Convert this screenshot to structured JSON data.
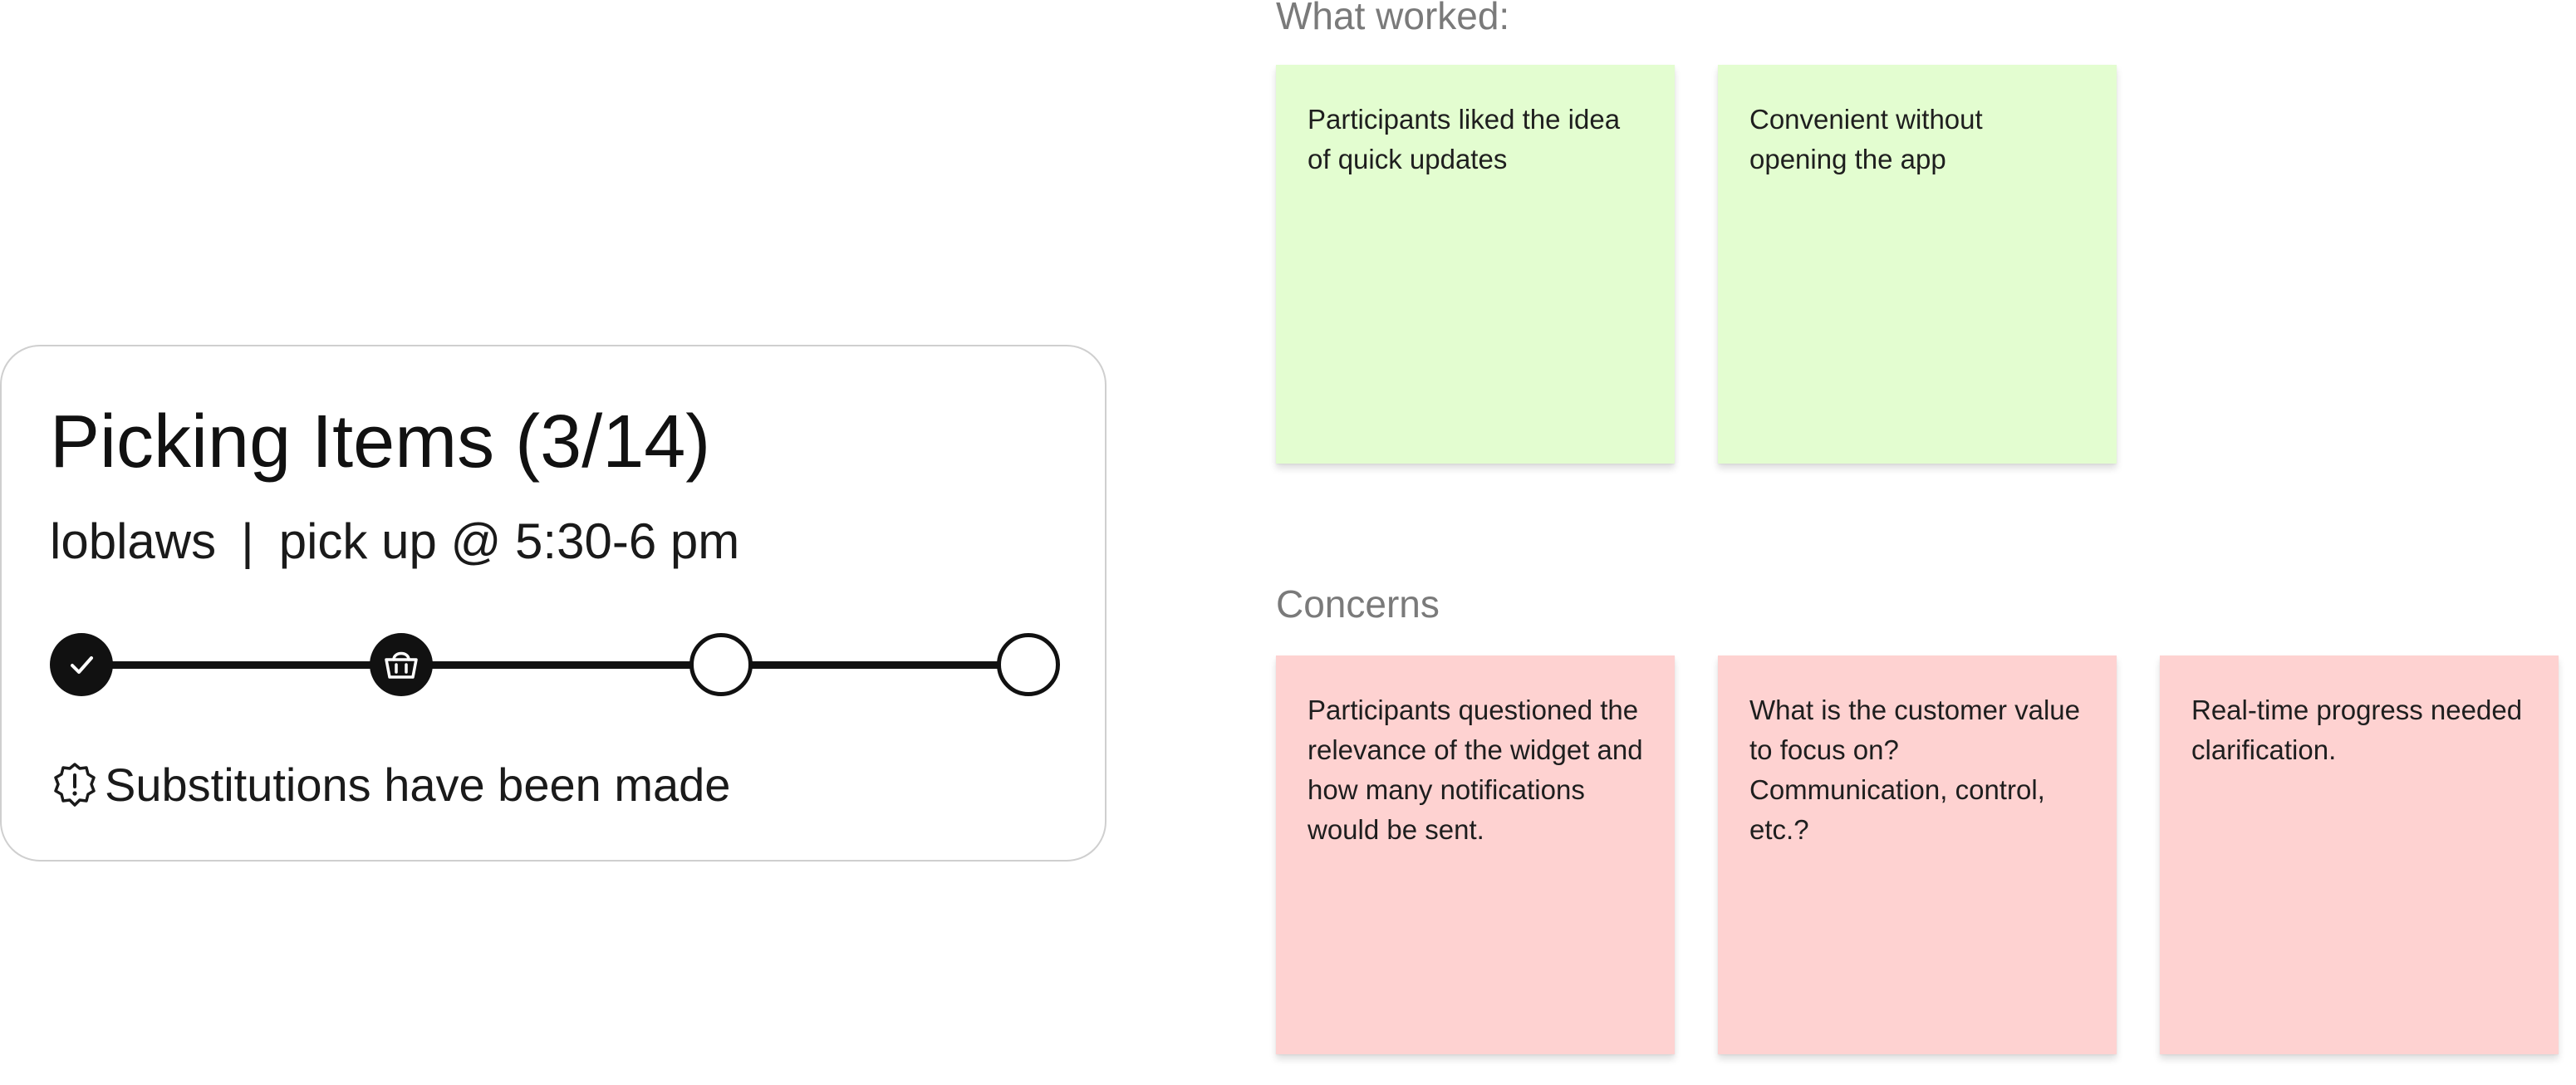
{
  "widget": {
    "title": "Picking Items (3/14)",
    "store": "loblaws",
    "separator": "|",
    "pickup": "pick up @ 5:30-6 pm",
    "steps": [
      {
        "state": "complete",
        "icon": "checkmark-icon"
      },
      {
        "state": "current",
        "icon": "shopping-basket-icon"
      },
      {
        "state": "pending",
        "icon": ""
      },
      {
        "state": "pending",
        "icon": ""
      }
    ],
    "notice": {
      "icon": "alert-badge-icon",
      "text": "Substitutions have been made"
    }
  },
  "sections": {
    "worked": {
      "title": "What worked:",
      "notes": [
        "Participants liked the idea of quick updates",
        "Convenient without opening the app"
      ]
    },
    "concerns": {
      "title": "Concerns",
      "notes": [
        "Participants questioned the relevance of the widget and how many notifications would be sent.",
        "What is the customer value to focus on? Communication, control, etc.?",
        "Real-time progress needed clarification."
      ]
    }
  },
  "colors": {
    "positive_note": "#e3fdd0",
    "concern_note": "#fed2d1",
    "section_title": "#7a7a7a",
    "ink": "#111111"
  }
}
